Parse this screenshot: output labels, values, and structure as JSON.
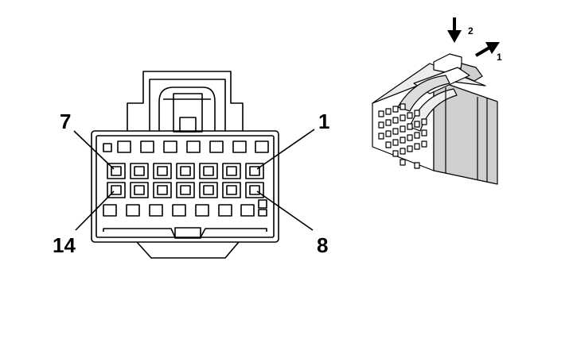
{
  "connector_face": {
    "pin_labels": {
      "top_left": "7",
      "top_right": "1",
      "bottom_left": "14",
      "bottom_right": "8"
    }
  },
  "connector_iso": {
    "arrow_labels": {
      "down": "2",
      "diagonal": "1"
    }
  },
  "colors": {
    "line": "#000000",
    "background": "#ffffff",
    "iso_fill": "#cfcfcf"
  }
}
